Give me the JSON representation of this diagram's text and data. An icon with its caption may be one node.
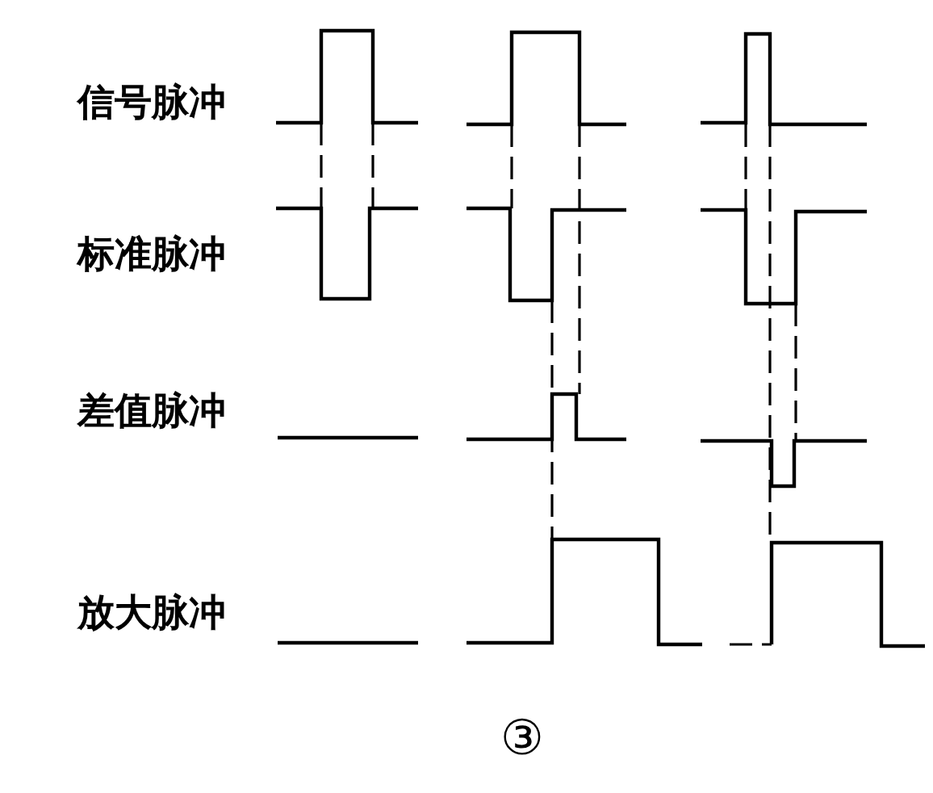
{
  "diagram": {
    "caption": "③",
    "labels": [
      "信号脉冲",
      "标准脉冲",
      "差值脉冲",
      "放大脉冲"
    ]
  }
}
